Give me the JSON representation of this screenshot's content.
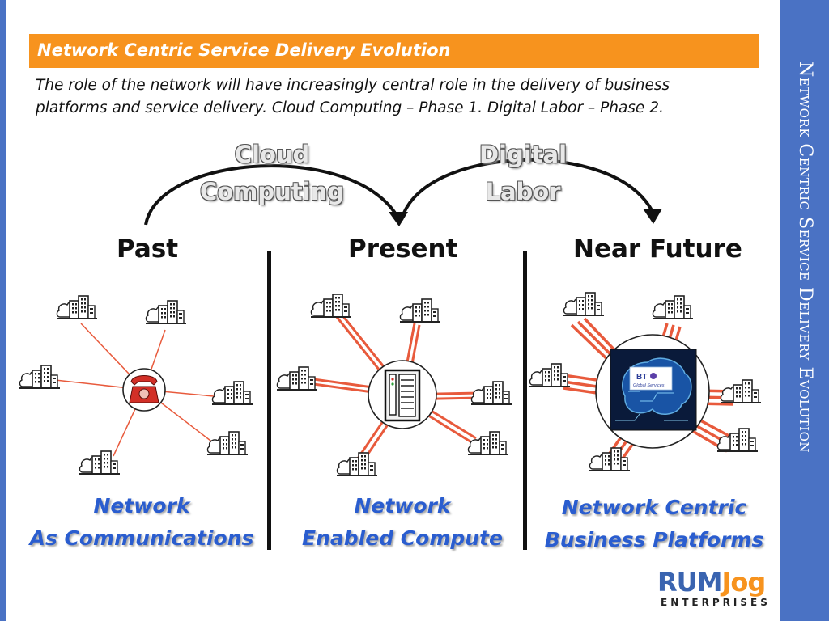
{
  "slide": {
    "title": "Network Centric Service Delivery Evolution",
    "subtitle_line1": "The role of the network will have increasingly central role in the delivery of business",
    "subtitle_line2": "platforms and service delivery.  Cloud Computing – Phase 1.  Digital Labor – Phase 2.",
    "side_title": "Network Centric Service Delivery Evolution"
  },
  "transitions": [
    {
      "line1": "Cloud",
      "line2": "Computing"
    },
    {
      "line1": "Digital",
      "line2": "Labor"
    }
  ],
  "eras": [
    {
      "label": "Past",
      "caption_line1": "Network",
      "caption_line2": "As Communications",
      "hub_icon": "telephone-icon"
    },
    {
      "label": "Present",
      "caption_line1": "Network",
      "caption_line2": "Enabled Compute",
      "hub_icon": "server-rack-icon"
    },
    {
      "label": "Near Future",
      "caption_line1": "Network Centric",
      "caption_line2": "Business Platforms",
      "hub_icon": "ai-brain-icon"
    }
  ],
  "hub_logo": {
    "brand": "BT",
    "tagline": "Global Services"
  },
  "footer_logo": {
    "part1": "RUM",
    "part2": "Jog",
    "sub": "ENTERPRISES"
  },
  "colors": {
    "accent_orange": "#f7931e",
    "side_blue": "#4a72c4",
    "caption_blue": "#2a5dcf",
    "link_red": "#e85a3c"
  },
  "icons": {
    "node": "office-building-icon"
  }
}
